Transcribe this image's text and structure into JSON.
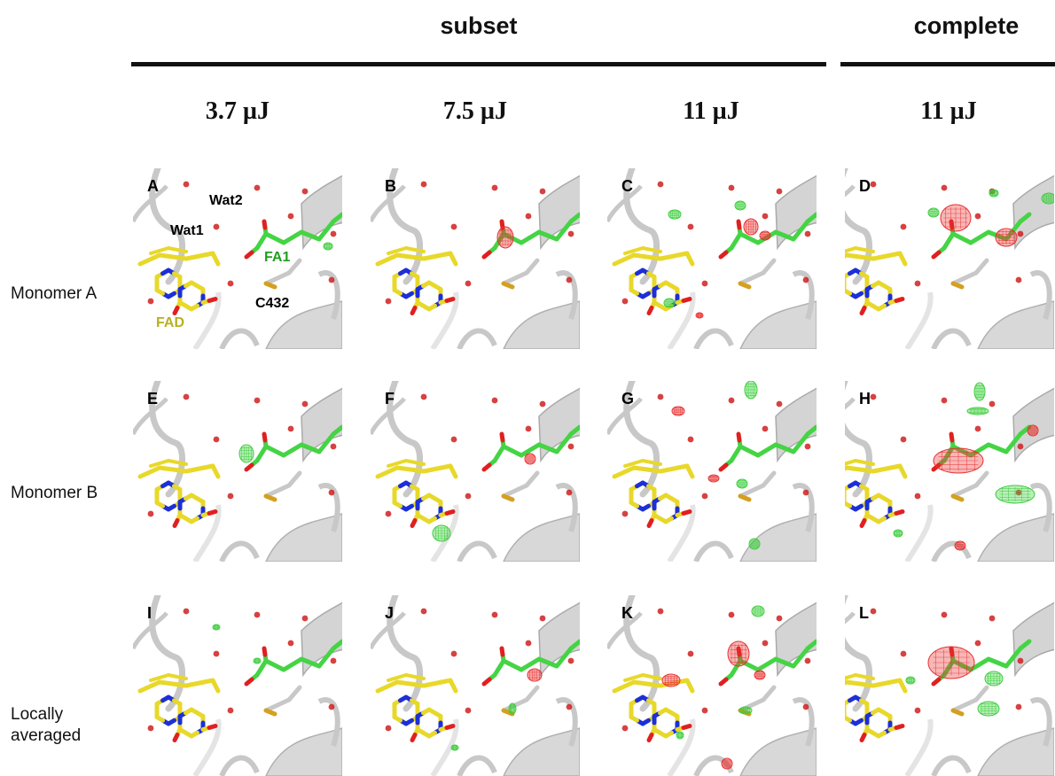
{
  "groups": {
    "subset": "subset",
    "complete": "complete"
  },
  "columns": [
    "3.7 µJ",
    "7.5 µJ",
    "11 µJ",
    "11 µJ"
  ],
  "rows": [
    "Monomer A",
    "Monomer B",
    "Locally\naveraged"
  ],
  "panel_letters": [
    "A",
    "B",
    "C",
    "D",
    "E",
    "F",
    "G",
    "H",
    "I",
    "J",
    "K",
    "L"
  ],
  "annotations": {
    "wat2": "Wat2",
    "wat1": "Wat1",
    "fa1": "FA1",
    "c432": "C432",
    "fad": "FAD"
  },
  "colors": {
    "carbon_fad": "#e8d82a",
    "carbon_fa1": "#44d444",
    "nitrogen": "#1c2fd8",
    "oxygen": "#e02020",
    "sulfur": "#d4a020",
    "cartoon": "#c8c8c8",
    "water": "#d02020",
    "density_positive": "#3acc3a",
    "density_negative": "#e83030",
    "label_fad": "#b8b020",
    "label_fa1": "#20a020"
  }
}
